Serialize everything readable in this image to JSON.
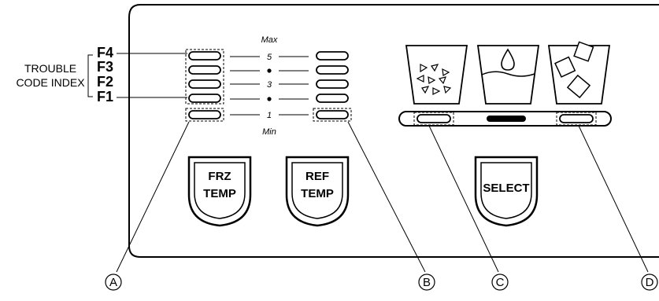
{
  "trouble_code_index": {
    "title_line1": "TROUBLE",
    "title_line2": "CODE INDEX",
    "codes": [
      "F4",
      "F3",
      "F2",
      "F1"
    ]
  },
  "scale": {
    "max_label": "Max",
    "min_label": "Min",
    "levels": [
      "5",
      "•",
      "3",
      "•",
      "1"
    ]
  },
  "buttons": {
    "frz_line1": "FRZ",
    "frz_line2": "TEMP",
    "ref_line1": "REF",
    "ref_line2": "TEMP",
    "select": "SELECT"
  },
  "callouts": [
    "A",
    "B",
    "C",
    "D"
  ],
  "dispenser_icons": [
    "crushed-ice-icon",
    "water-icon",
    "cubed-ice-icon"
  ]
}
